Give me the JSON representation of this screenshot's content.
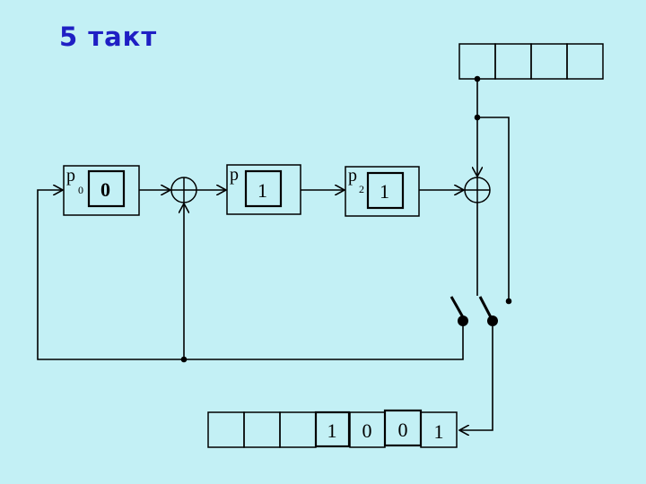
{
  "title": "5 такт",
  "registers": [
    {
      "label": "p",
      "index": "0",
      "value": "0"
    },
    {
      "label": "p",
      "index": "",
      "value": "1"
    },
    {
      "label": "p",
      "index": "2",
      "value": "1"
    }
  ],
  "output_register": {
    "cells": [
      "",
      "",
      "",
      "1",
      "0",
      "0",
      "1"
    ]
  },
  "input_register": {
    "cells": [
      "",
      "",
      "",
      ""
    ]
  },
  "colors": {
    "background": "#c3f0f5",
    "title": "#1f1fc4",
    "cell_fill": "#c3f0f5",
    "line": "#000000"
  }
}
